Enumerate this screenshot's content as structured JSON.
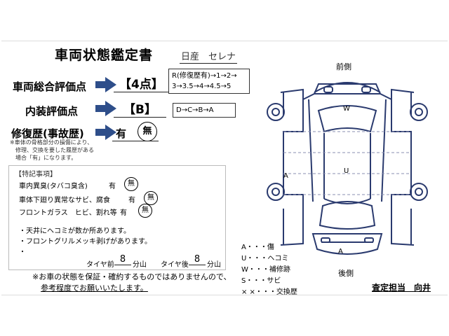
{
  "title": "車両状態鑑定書",
  "car_name": "日産　セレナ",
  "rows": {
    "total_label": "車両総合評価点",
    "total_score": "【4点】",
    "total_scale_line1": "R(修復歴有)→1→2→",
    "total_scale_line2": "3→3.5→4→4.5→5",
    "interior_label": "内装評価点",
    "interior_score": "【B】",
    "interior_scale": "D→C→B→A",
    "repair_label": "修復歴(事故歴)",
    "repair_yes": "有",
    "repair_no": "無",
    "repair_note1": "※車体の骨格部分の損傷により、",
    "repair_note2": "修理、交換を要した履歴がある",
    "repair_note3": "場合「有」になります。"
  },
  "special": {
    "heading": "【特記事項】",
    "item1": "車内異臭(タバコ臭含)",
    "item1_yes": "有",
    "item1_no": "無",
    "item2": "車体下廻り異常なサビ、腐食",
    "item2_yes": "有",
    "item2_no": "無",
    "item3": "フロントガラス　ヒビ、割れ等",
    "item3_yes": "有",
    "item3_no": "無",
    "remark1": "・天井にヘコミが数か所あります。",
    "remark2": "・フロントグリルメッキ剥げがあります。",
    "remark3": "・",
    "tire_front_label": "タイヤ前",
    "tire_front_value": "8",
    "tire_rear_label": "タイヤ後",
    "tire_rear_value": "8",
    "tire_unit": "分山"
  },
  "bottom_note1": "※お車の状態を保証・確約するものではありませんので、",
  "bottom_note2": "参考程度でお願いいたします。",
  "diagram": {
    "front": "前側",
    "rear": "後側",
    "mark_w": "W",
    "mark_u": "U",
    "mark_a_left": "A",
    "mark_a_bottom": "A"
  },
  "legend": {
    "a": "A・・・傷",
    "u": "U・・・ヘコミ",
    "w": "W・・・補修跡",
    "s": "S・・・サビ",
    "x": "× ×・・・交換歴"
  },
  "inspector": "査定担当　向井",
  "colors": {
    "arrow": "#2e4e8a",
    "car_line": "#2a3a6e",
    "dash": "#8a8fb0"
  }
}
